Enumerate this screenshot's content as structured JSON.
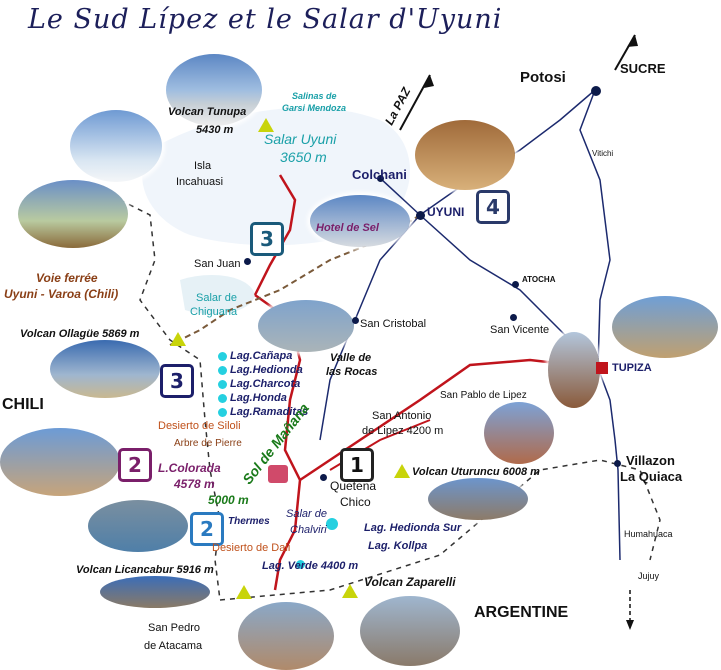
{
  "title": "Le Sud Lípez et le Salar d'Uyuni",
  "countries": {
    "chili": "CHILI",
    "argentine": "ARGENTINE"
  },
  "towns": {
    "potosi": "Potosi",
    "sucre": "SUCRE",
    "vitichi": "Vitichi",
    "la_paz": "La PAZ",
    "colchani": "Colchani",
    "uyuni": "UYUNI",
    "atocha": "ATOCHA",
    "san_cristobal": "San Cristobal",
    "san_vicente": "San Vicente",
    "tupiza": "TUPIZA",
    "san_pablo": "San Pablo de Lipez",
    "san_antonio": "San Antonio",
    "san_antonio_alt": "de Lipez 4200 m",
    "villazon": "Villazon",
    "la_quiaca": "La Quiaca",
    "humahuaca": "Humahuaca",
    "jujuy": "Jujuy",
    "quetena": "Quetena",
    "quetena2": "Chico",
    "san_juan": "San Juan",
    "san_pedro": "San Pedro",
    "san_pedro2": "de Atacama"
  },
  "features": {
    "volcan_tunupa": "Volcan Tunupa",
    "tunupa_alt": "5430 m",
    "salinas": "Salinas de",
    "salinas2": "Garsi Mendoza",
    "salar_uyuni": "Salar Uyuni",
    "salar_uyuni_alt": "3650 m",
    "isla": "Isla",
    "isla2": "Incahuasi",
    "hotel": "Hotel de Sel",
    "voie": "Voie ferrée",
    "voie2": "Uyuni - Varoa (Chili)",
    "salar_chiguana": "Salar de",
    "salar_chiguana2": "Chiguana",
    "ollague": "Volcan Ollagüe  5869 m",
    "valle": "Valle de",
    "valle2": "las Rocas",
    "lagunas": [
      "Lag.Cañapa",
      "Lag.Hedionda",
      "Lag.Charcota",
      "Lag.Honda",
      "Lag.Ramaditas"
    ],
    "desierto_siloli": "Desierto de Siloli",
    "arbre": "Arbre de Pierre",
    "colorada": "L.Colorada",
    "colorada_alt": "4578 m",
    "alt5000": "5000 m",
    "sol": "Sol de Mañana",
    "uturuncu": "Volcan Uturuncu 6008 m",
    "thermes": "Thermes",
    "salar_chalviri": "Salar de",
    "salar_chalviri2": "Chalviri",
    "hedionda_sur": "Lag. Hedionda Sur",
    "kollpa": "Lag. Kollpa",
    "desierto_dali": "Desierto de Dali",
    "verde": "Lag. Verde 4400 m",
    "licancabur": "Volcan Licancabur 5916 m",
    "zaparelli": "Volcan Zaparelli"
  },
  "badges": [
    "1",
    "2",
    "3",
    "3",
    "2",
    "4"
  ],
  "colors": {
    "title": "#1c1f5a",
    "road_red": "#c0141c",
    "road_blue": "#1c2a6e",
    "rail_brown": "#7a5a3a",
    "lagoon_cyan": "#25d0e0",
    "volcano_yellow": "#c8d40a",
    "salar_teal": "#1aa0a8"
  }
}
